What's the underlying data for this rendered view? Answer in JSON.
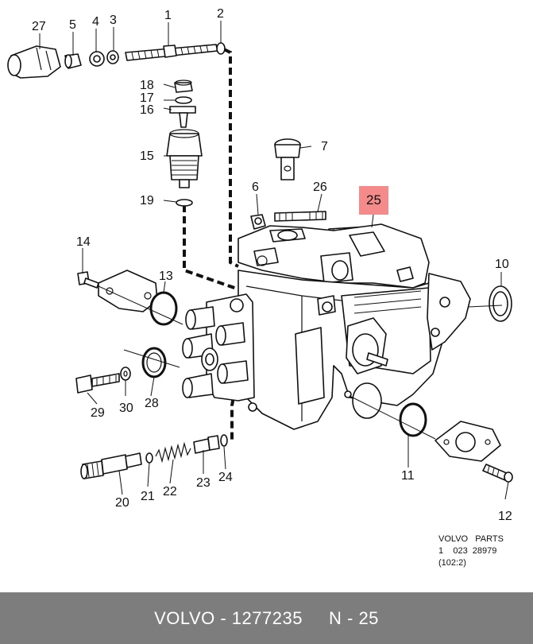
{
  "labels": {
    "l1": "1",
    "l2": "2",
    "l3": "3",
    "l4": "4",
    "l5": "5",
    "l6": "6",
    "l7": "7",
    "l10": "10",
    "l11": "11",
    "l12": "12",
    "l13": "13",
    "l14": "14",
    "l15": "15",
    "l16": "16",
    "l17": "17",
    "l18": "18",
    "l19": "19",
    "l20": "20",
    "l21": "21",
    "l22": "22",
    "l23": "23",
    "l24": "24",
    "l25": "25",
    "l26": "26",
    "l27": "27",
    "l28": "28",
    "l29": "29",
    "l30": "30"
  },
  "highlight": {
    "label": "25",
    "color": "#f48a8a"
  },
  "catalog": {
    "line1": "VOLVO   PARTS",
    "line2": "1    023  28979",
    "line3": "(102:2)"
  },
  "footer": {
    "text": "VOLVO - 1277235     N - 25",
    "background": "#7d7d7d"
  }
}
